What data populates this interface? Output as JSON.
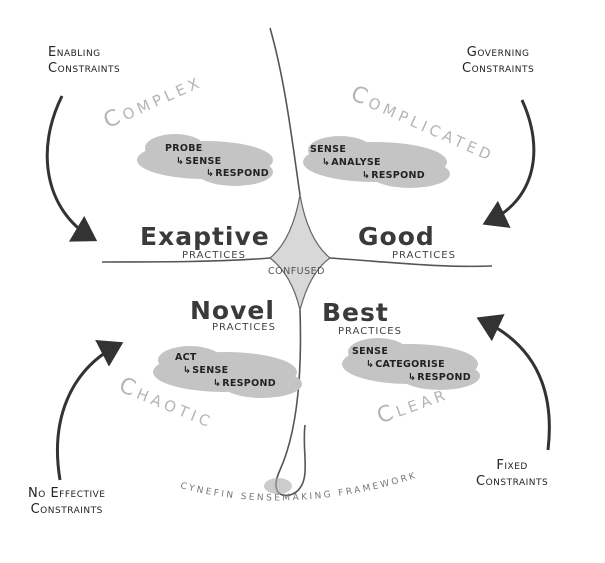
{
  "corners": {
    "enabling_1": "Enabling",
    "enabling_2": "Constraints",
    "governing_1": "Governing",
    "governing_2": "Constraints",
    "no_effective_1": "No Effective",
    "no_effective_2": "Constraints",
    "fixed_1": "Fixed",
    "fixed_2": "Constraints"
  },
  "domains": {
    "complex": "Complex",
    "complicated": "Complicated",
    "chaotic": "Chaotic",
    "clear": "Clear",
    "confused": "Confused"
  },
  "practices": {
    "exaptive": "Exaptive",
    "good": "Good",
    "novel": "Novel",
    "best": "Best",
    "sub": "Practices"
  },
  "steps": {
    "complex": [
      "Probe",
      "Sense",
      "Respond"
    ],
    "complicated": [
      "Sense",
      "Analyse",
      "Respond"
    ],
    "chaotic": [
      "Act",
      "Sense",
      "Respond"
    ],
    "clear": [
      "Sense",
      "Categorise",
      "Respond"
    ]
  },
  "footer": "Cynefin Sensemaking Framework",
  "colors": {
    "cloud": "#c4c4c4",
    "lines": "#555555",
    "arrows": "#333333",
    "center": "#d8d8d8"
  }
}
